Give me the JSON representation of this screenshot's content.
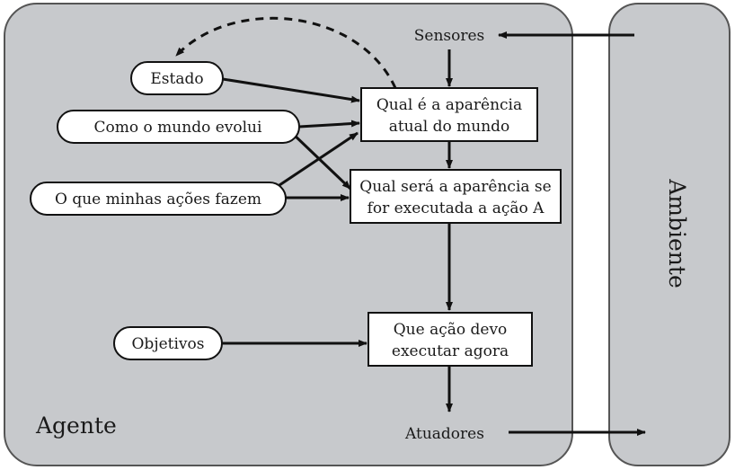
{
  "colors": {
    "panel": "#c7c9cc",
    "panel_border": "#555555",
    "line": "#111111",
    "box_fill": "#ffffff"
  },
  "agent": {
    "label": "Agente"
  },
  "environment": {
    "label": "Ambiente"
  },
  "sensors": {
    "label": "Sensores"
  },
  "actuators": {
    "label": "Atuadores"
  },
  "states": [
    {
      "id": "estado",
      "label": "Estado"
    },
    {
      "id": "como",
      "label": "Como o mundo evolui"
    },
    {
      "id": "acoes",
      "label": "O que minhas ações fazem"
    },
    {
      "id": "objetivos",
      "label": "Objetivos"
    }
  ],
  "boxes": [
    {
      "id": "aparencia",
      "lines": [
        "Qual é a aparência",
        "atual do mundo"
      ]
    },
    {
      "id": "sera",
      "lines": [
        "Qual será a aparência se",
        "for executada a ação A"
      ]
    },
    {
      "id": "acao",
      "lines": [
        "Que ação devo",
        "executar agora"
      ]
    }
  ]
}
